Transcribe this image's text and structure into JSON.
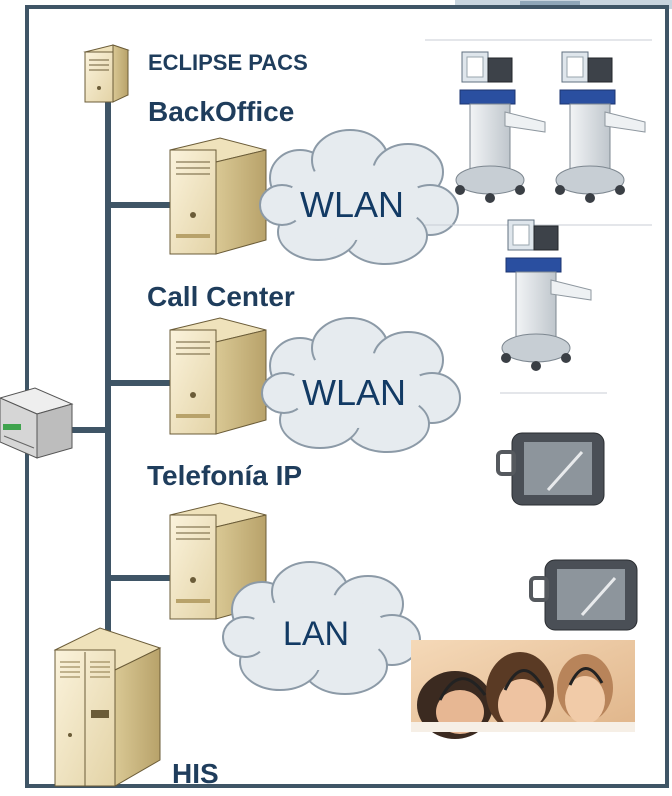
{
  "labels": {
    "pacs": "ECLIPSE PACS",
    "backoffice": "BackOffice",
    "callcenter": "Call Center",
    "telefonia": "Telefonía IP",
    "his": "HIS"
  },
  "clouds": {
    "wlan1": "WLAN",
    "wlan2": "WLAN",
    "lan": "LAN"
  },
  "colors": {
    "frame": "#3f5566",
    "trunk": "#3f5566",
    "server_body": "#f3e7c7",
    "server_shade": "#c9b583",
    "cloud_fill": "#e6ebef",
    "cloud_stroke": "#8c9aa7",
    "label": "#1f3d5c",
    "cloud_text": "#123a64"
  },
  "icons": {
    "pacs": "small-server-icon",
    "backoffice": "server-icon",
    "callcenter": "server-icon",
    "telefonia": "server-icon",
    "his": "rack-server-icon",
    "switch": "network-switch-icon",
    "carts": "medical-cart-icon",
    "tablets": "tablet-pc-icon",
    "photo": "call-center-agents-photo"
  }
}
